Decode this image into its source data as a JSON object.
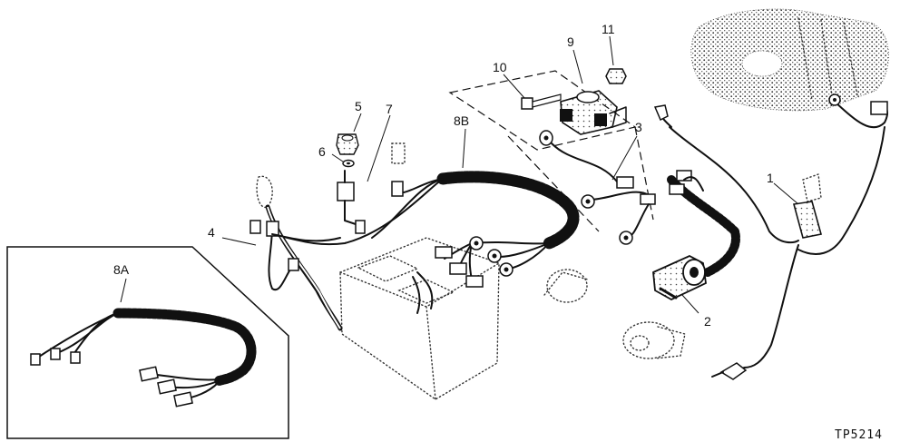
{
  "diagram": {
    "reference_code": "TP5214",
    "callouts": {
      "c1": "1",
      "c2": "2",
      "c3": "3",
      "c4": "4",
      "c5": "5",
      "c6": "6",
      "c7": "7",
      "c8a": "8A",
      "c8b": "8B",
      "c9": "9",
      "c10": "10",
      "c11": "11"
    }
  }
}
